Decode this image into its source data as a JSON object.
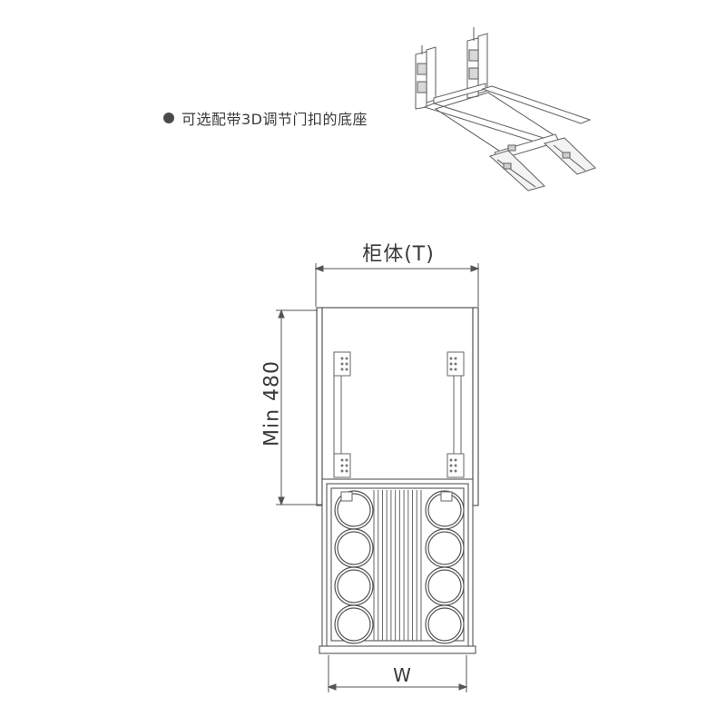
{
  "caption": {
    "bullet_icon": "filled-circle-bullet",
    "text": "可选配带3D调节门扣的底座"
  },
  "labels": {
    "cabinet_depth": "柜体(T)",
    "min_height": "Min 480",
    "width": "W"
  },
  "colors": {
    "line": "#555555",
    "text": "#3a3a3a",
    "light_line": "#8a8a8a"
  },
  "counts": {
    "basket_rings_per_column": 4,
    "basket_rods": 12
  }
}
